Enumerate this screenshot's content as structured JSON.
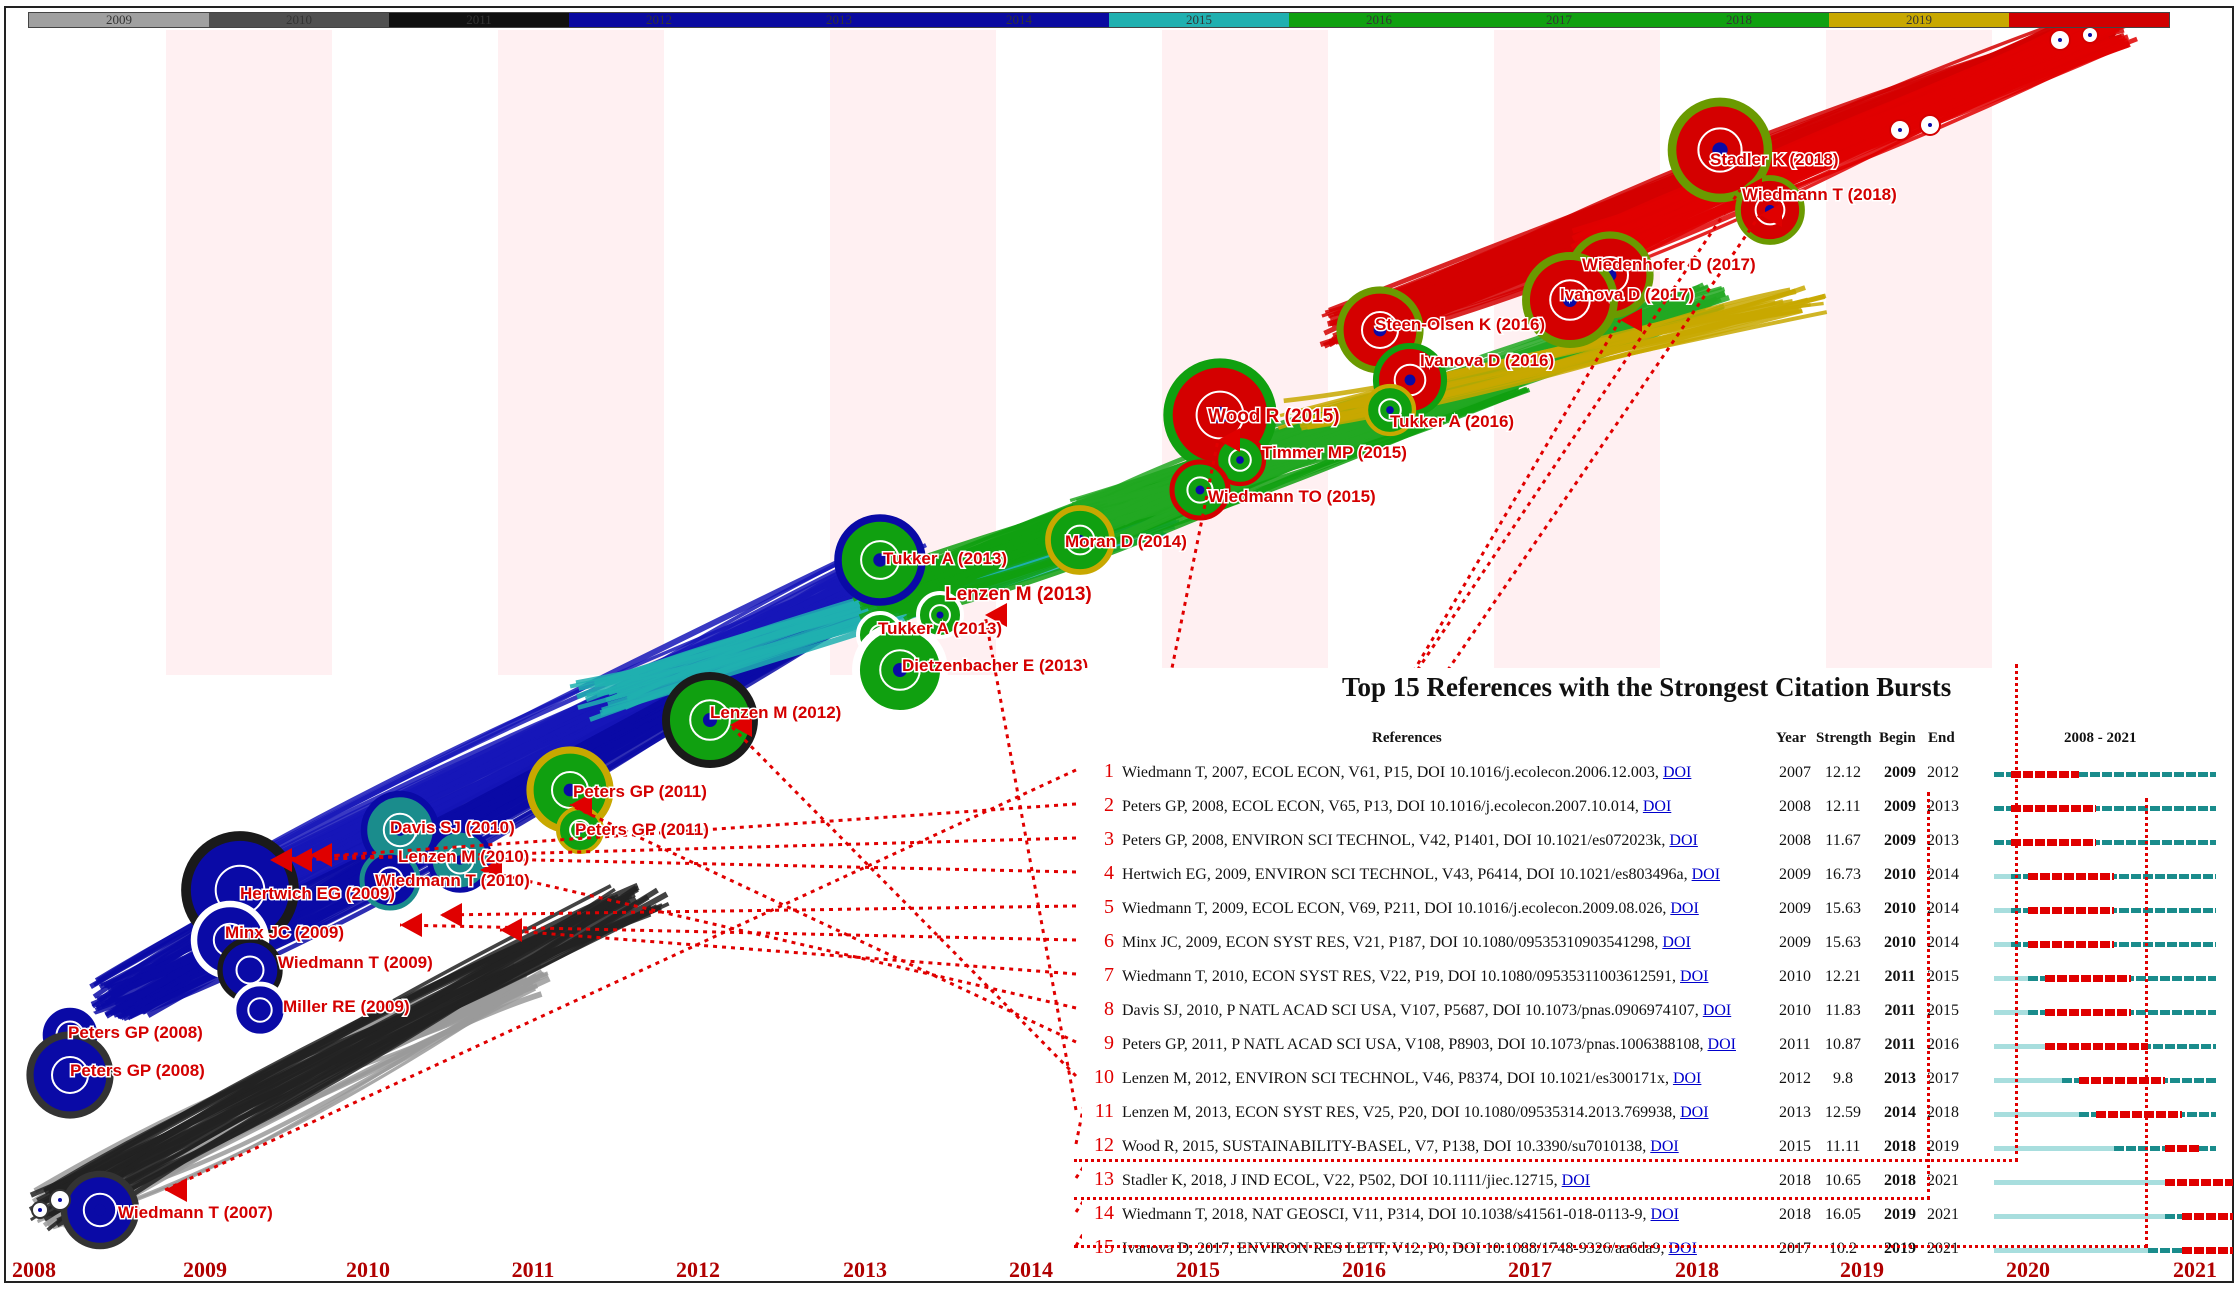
{
  "colorbar": {
    "segments": [
      {
        "label": "2009",
        "color": "#a0a0a0"
      },
      {
        "label": "2010",
        "color": "#505050"
      },
      {
        "label": "2011",
        "color": "#101010"
      },
      {
        "label": "2012",
        "color": "#0a0aa0"
      },
      {
        "label": "2013",
        "color": "#0a0aa0"
      },
      {
        "label": "2014",
        "color": "#0a0aa0"
      },
      {
        "label": "2015",
        "color": "#20b0b0"
      },
      {
        "label": "2016",
        "color": "#10a010"
      },
      {
        "label": "2017",
        "color": "#10a010"
      },
      {
        "label": "2018",
        "color": "#10a010"
      },
      {
        "label": "2019",
        "color": "#c8a800"
      },
      {
        "label": "",
        "color": "#d00000"
      }
    ]
  },
  "timeline_years": [
    "2008",
    "2009",
    "2010",
    "2011",
    "2012",
    "2013",
    "2014",
    "2015",
    "2016",
    "2017",
    "2018",
    "2019",
    "2020",
    "2021"
  ],
  "network_labels": [
    {
      "text": "Stadler K (2018)"
    },
    {
      "text": "Wiedmann T (2018)"
    },
    {
      "text": "Wiedenhofer D (2017)"
    },
    {
      "text": "Ivanova D (2017)"
    },
    {
      "text": "Steen-Olsen K (2016)"
    },
    {
      "text": "Ivanova D (2016)"
    },
    {
      "text": "Tukker A (2016)"
    },
    {
      "text": "Wood R (2015)"
    },
    {
      "text": "Timmer MP (2015)"
    },
    {
      "text": "Wiedmann TO (2015)"
    },
    {
      "text": "Moran D (2014)"
    },
    {
      "text": "Tukker A (2013)"
    },
    {
      "text": "Lenzen M (2013)"
    },
    {
      "text": "Tukker A (2013)"
    },
    {
      "text": "Dietzenbacher E (2013)"
    },
    {
      "text": "Lenzen M (2012)"
    },
    {
      "text": "Peters GP (2011)"
    },
    {
      "text": "Peters GP (2011)"
    },
    {
      "text": "Davis SJ (2010)"
    },
    {
      "text": "Lenzen M (2010)"
    },
    {
      "text": "Wiedmann T (2010)"
    },
    {
      "text": "Hertwich EG (2009)"
    },
    {
      "text": "Minx JC (2009)"
    },
    {
      "text": "Wiedmann T (2009)"
    },
    {
      "text": "Miller RE (2009)"
    },
    {
      "text": "Peters GP (2008)"
    },
    {
      "text": "Peters GP (2008)"
    },
    {
      "text": "Wiedmann T (2007)"
    }
  ],
  "burst_table": {
    "title": "Top 15 References with the Strongest Citation Bursts",
    "headers": {
      "references": "References",
      "year": "Year",
      "strength": "Strength",
      "begin": "Begin",
      "end": "End",
      "range": "2008 - 2021"
    },
    "rows": [
      {
        "idx": "1",
        "ref": "Wiedmann T, 2007, ECOL ECON, V61, P15, DOI 10.1016/j.ecolecon.2006.12.003,",
        "doi": "DOI",
        "year": "2007",
        "strength": "12.12",
        "begin": "2009",
        "end": "2012"
      },
      {
        "idx": "2",
        "ref": "Peters GP, 2008, ECOL ECON, V65, P13, DOI 10.1016/j.ecolecon.2007.10.014,",
        "doi": "DOI",
        "year": "2008",
        "strength": "12.11",
        "begin": "2009",
        "end": "2013"
      },
      {
        "idx": "3",
        "ref": "Peters GP, 2008, ENVIRON SCI TECHNOL, V42, P1401, DOI 10.1021/es072023k,",
        "doi": "DOI",
        "year": "2008",
        "strength": "11.67",
        "begin": "2009",
        "end": "2013"
      },
      {
        "idx": "4",
        "ref": "Hertwich EG, 2009, ENVIRON SCI TECHNOL, V43, P6414, DOI 10.1021/es803496a,",
        "doi": "DOI",
        "year": "2009",
        "strength": "16.73",
        "begin": "2010",
        "end": "2014"
      },
      {
        "idx": "5",
        "ref": "Wiedmann T, 2009, ECOL ECON, V69, P211, DOI 10.1016/j.ecolecon.2009.08.026,",
        "doi": "DOI",
        "year": "2009",
        "strength": "15.63",
        "begin": "2010",
        "end": "2014"
      },
      {
        "idx": "6",
        "ref": "Minx JC, 2009, ECON SYST RES, V21, P187, DOI 10.1080/09535310903541298,",
        "doi": "DOI",
        "year": "2009",
        "strength": "15.63",
        "begin": "2010",
        "end": "2014"
      },
      {
        "idx": "7",
        "ref": "Wiedmann T, 2010, ECON SYST RES, V22, P19, DOI 10.1080/09535311003612591,",
        "doi": "DOI",
        "year": "2010",
        "strength": "12.21",
        "begin": "2011",
        "end": "2015"
      },
      {
        "idx": "8",
        "ref": "Davis SJ, 2010, P NATL ACAD SCI USA, V107, P5687, DOI 10.1073/pnas.0906974107,",
        "doi": "DOI",
        "year": "2010",
        "strength": "11.83",
        "begin": "2011",
        "end": "2015"
      },
      {
        "idx": "9",
        "ref": "Peters GP, 2011, P NATL ACAD SCI USA, V108, P8903, DOI 10.1073/pnas.1006388108,",
        "doi": "DOI",
        "year": "2011",
        "strength": "10.87",
        "begin": "2011",
        "end": "2016"
      },
      {
        "idx": "10",
        "ref": "Lenzen M, 2012, ENVIRON SCI TECHNOL, V46, P8374, DOI 10.1021/es300171x,",
        "doi": "DOI",
        "year": "2012",
        "strength": "9.8",
        "begin": "2013",
        "end": "2017"
      },
      {
        "idx": "11",
        "ref": "Lenzen M, 2013, ECON SYST RES, V25, P20, DOI 10.1080/09535314.2013.769938,",
        "doi": "DOI",
        "year": "2013",
        "strength": "12.59",
        "begin": "2014",
        "end": "2018"
      },
      {
        "idx": "12",
        "ref": "Wood R, 2015, SUSTAINABILITY-BASEL, V7, P138, DOI 10.3390/su7010138,",
        "doi": "DOI",
        "year": "2015",
        "strength": "11.11",
        "begin": "2018",
        "end": "2019"
      },
      {
        "idx": "13",
        "ref": "Stadler K, 2018, J IND ECOL, V22, P502, DOI 10.1111/jiec.12715,",
        "doi": "DOI",
        "year": "2018",
        "strength": "10.65",
        "begin": "2018",
        "end": "2021"
      },
      {
        "idx": "14",
        "ref": "Wiedmann T, 2018, NAT GEOSCI, V11, P314, DOI 10.1038/s41561-018-0113-9,",
        "doi": "DOI",
        "year": "2018",
        "strength": "16.05",
        "begin": "2019",
        "end": "2021"
      },
      {
        "idx": "15",
        "ref": "Ivanova D, 2017, ENVIRON RES LETT, V12, P0, DOI 10.1088/1748-9326/aa6da9,",
        "doi": "DOI",
        "year": "2017",
        "strength": "10.2",
        "begin": "2019",
        "end": "2021"
      }
    ]
  },
  "chart_data": {
    "type": "table",
    "title": "Top 15 References with the Strongest Citation Bursts",
    "range": [
      2008,
      2021
    ],
    "columns": [
      "References",
      "Year",
      "Strength",
      "Begin",
      "End"
    ],
    "bursts": [
      {
        "ref": "Wiedmann T, 2007",
        "year": 2007,
        "strength": 12.12,
        "begin": 2009,
        "end": 2012
      },
      {
        "ref": "Peters GP, 2008 (ECOL ECON)",
        "year": 2008,
        "strength": 12.11,
        "begin": 2009,
        "end": 2013
      },
      {
        "ref": "Peters GP, 2008 (ENVIRON SCI TECHNOL)",
        "year": 2008,
        "strength": 11.67,
        "begin": 2009,
        "end": 2013
      },
      {
        "ref": "Hertwich EG, 2009",
        "year": 2009,
        "strength": 16.73,
        "begin": 2010,
        "end": 2014
      },
      {
        "ref": "Wiedmann T, 2009",
        "year": 2009,
        "strength": 15.63,
        "begin": 2010,
        "end": 2014
      },
      {
        "ref": "Minx JC, 2009",
        "year": 2009,
        "strength": 15.63,
        "begin": 2010,
        "end": 2014
      },
      {
        "ref": "Wiedmann T, 2010",
        "year": 2010,
        "strength": 12.21,
        "begin": 2011,
        "end": 2015
      },
      {
        "ref": "Davis SJ, 2010",
        "year": 2010,
        "strength": 11.83,
        "begin": 2011,
        "end": 2015
      },
      {
        "ref": "Peters GP, 2011",
        "year": 2011,
        "strength": 10.87,
        "begin": 2011,
        "end": 2016
      },
      {
        "ref": "Lenzen M, 2012",
        "year": 2012,
        "strength": 9.8,
        "begin": 2013,
        "end": 2017
      },
      {
        "ref": "Lenzen M, 2013",
        "year": 2013,
        "strength": 12.59,
        "begin": 2014,
        "end": 2018
      },
      {
        "ref": "Wood R, 2015",
        "year": 2015,
        "strength": 11.11,
        "begin": 2018,
        "end": 2019
      },
      {
        "ref": "Stadler K, 2018",
        "year": 2018,
        "strength": 10.65,
        "begin": 2018,
        "end": 2021
      },
      {
        "ref": "Wiedmann T, 2018",
        "year": 2018,
        "strength": 16.05,
        "begin": 2019,
        "end": 2021
      },
      {
        "ref": "Ivanova D, 2017",
        "year": 2017,
        "strength": 10.2,
        "begin": 2019,
        "end": 2021
      }
    ],
    "colors": {
      "burst": "#e00000",
      "active": "#1a8c8c",
      "pre_publication": "#a8dede"
    }
  }
}
